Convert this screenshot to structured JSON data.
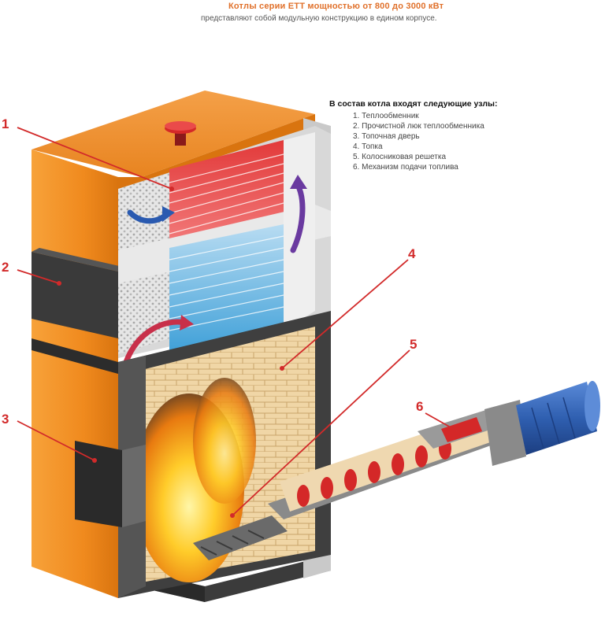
{
  "header": {
    "title": "Котлы серии ETT мощностью от 800 до 3000 кВт",
    "subtitle": "представляют собой модульную конструкцию в едином корпусе."
  },
  "legend": {
    "heading": "В состав котла входят следующие узлы:",
    "items": [
      "1. Теплообменник",
      "2. Прочистной люк теплообменника",
      "3. Топочная дверь",
      "4. Топка",
      "5. Колосниковая решетка",
      "6. Механизм подачи топлива"
    ]
  },
  "callouts": [
    "1",
    "2",
    "3",
    "4",
    "5",
    "6"
  ],
  "colors": {
    "casing": "#f08a1e",
    "casing_dark": "#c8640c",
    "callout_line": "#d22a2a",
    "motor": "#2f5fb0"
  }
}
